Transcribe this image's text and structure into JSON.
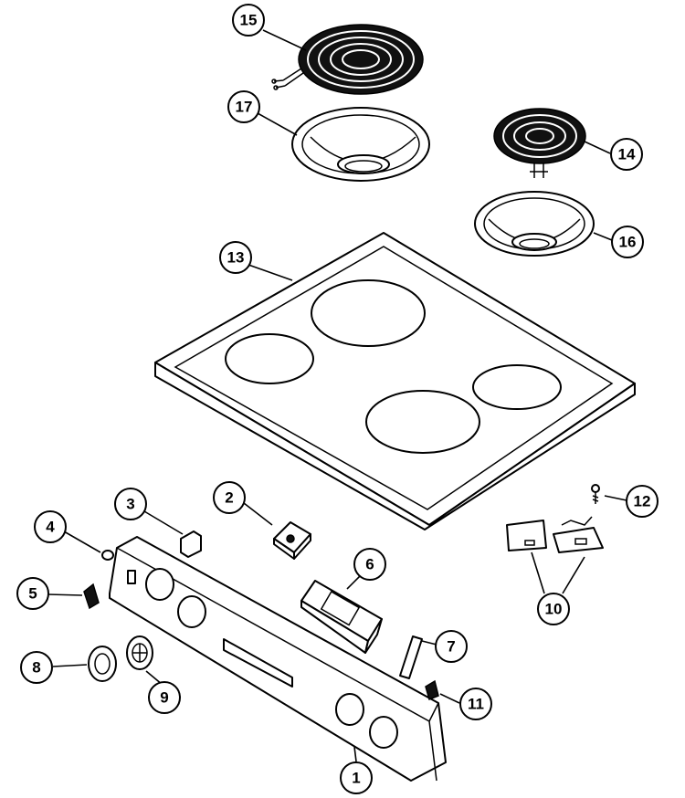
{
  "diagram": {
    "callouts": [
      {
        "id": "c1",
        "label": "1"
      },
      {
        "id": "c2",
        "label": "2"
      },
      {
        "id": "c3",
        "label": "3"
      },
      {
        "id": "c4",
        "label": "4"
      },
      {
        "id": "c5",
        "label": "5"
      },
      {
        "id": "c6",
        "label": "6"
      },
      {
        "id": "c7",
        "label": "7"
      },
      {
        "id": "c8",
        "label": "8"
      },
      {
        "id": "c9",
        "label": "9"
      },
      {
        "id": "c10",
        "label": "10"
      },
      {
        "id": "c11",
        "label": "11"
      },
      {
        "id": "c12",
        "label": "12"
      },
      {
        "id": "c13",
        "label": "13"
      },
      {
        "id": "c14",
        "label": "14"
      },
      {
        "id": "c15",
        "label": "15"
      },
      {
        "id": "c16",
        "label": "16"
      },
      {
        "id": "c17",
        "label": "17"
      }
    ],
    "colors": {
      "line": "#000000",
      "background": "#ffffff"
    }
  }
}
